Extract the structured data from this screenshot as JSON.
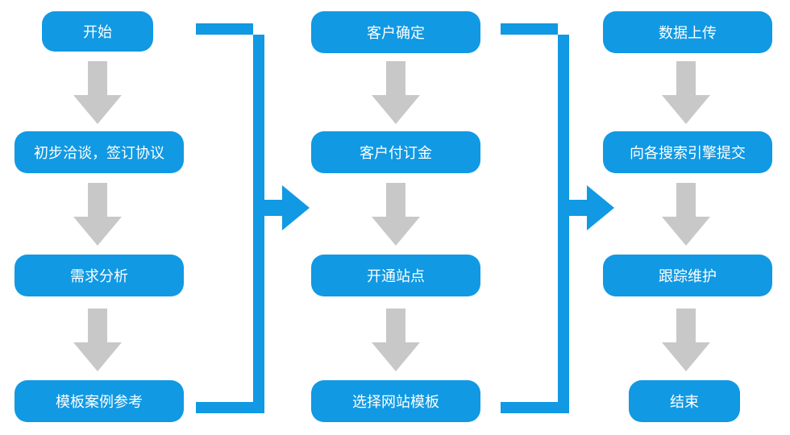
{
  "colors": {
    "node_fill": "#1199e3",
    "node_text": "#ffffff",
    "arrow_down": "#c8c8c8",
    "connector": "#1199e3"
  },
  "columns": [
    {
      "steps": [
        "开始",
        "初步洽谈，签订协议",
        "需求分析",
        "模板案例参考"
      ]
    },
    {
      "steps": [
        "客户确定",
        "客户付订金",
        "开通站点",
        "选择网站模板"
      ]
    },
    {
      "steps": [
        "数据上传",
        "向各搜索引擎提交",
        "跟踪维护",
        "结束"
      ]
    }
  ]
}
